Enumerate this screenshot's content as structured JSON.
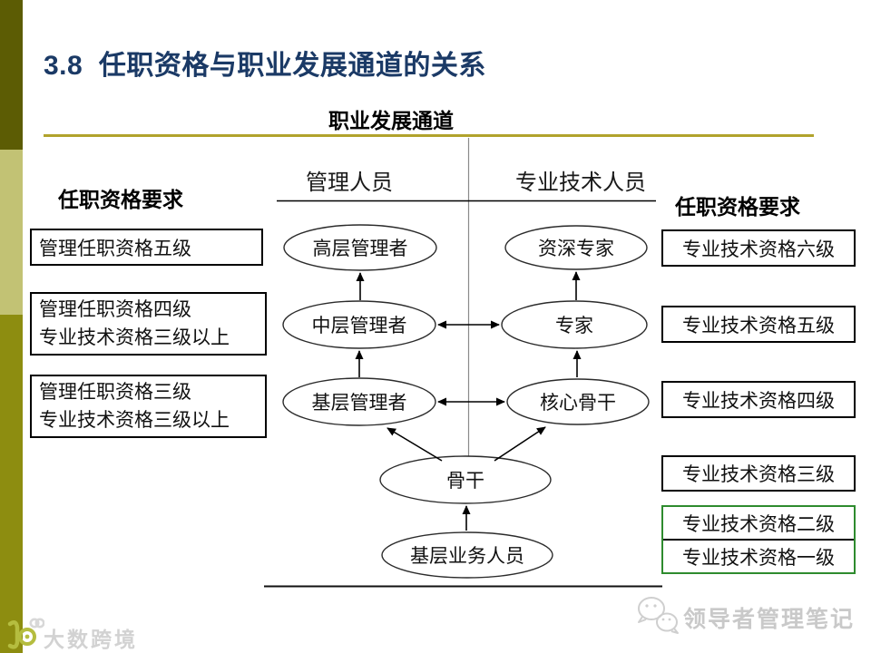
{
  "slide": {
    "title": "3.8  任职资格与职业发展通道的关系",
    "diagram_title": "职业发展通道",
    "left_requirements_header": "任职资格要求",
    "right_requirements_header": "任职资格要求",
    "columns": {
      "management": "管理人员",
      "professional": "专业技术人员"
    },
    "left_boxes": [
      {
        "line1": "管理任职资格五级"
      },
      {
        "line1": "管理任职资格四级",
        "line2": "专业技术资格三级以上"
      },
      {
        "line1": "管理任职资格三级",
        "line2": "专业技术资格三级以上"
      }
    ],
    "right_boxes": [
      "专业技术资格六级",
      "专业技术资格五级",
      "专业技术资格四级",
      "专业技术资格三级"
    ],
    "green_box": {
      "line1": "专业技术资格二级",
      "line2": "专业技术资格一级"
    },
    "nodes": {
      "mgmt_top": "高层管理者",
      "mgmt_mid": "中层管理者",
      "mgmt_base": "基层管理者",
      "prof_top": "资深专家",
      "prof_mid": "专家",
      "prof_base": "核心骨干",
      "backbone": "骨干",
      "entry": "基层业务人员"
    },
    "watermarks": {
      "left_text": "大数跨境",
      "left_icon": "digits-100-logo-icon",
      "right_text": "领导者管理笔记",
      "right_icon": "wechat-chat-bubbles-icon"
    },
    "colors": {
      "title": "#1b3a66",
      "accent_line": "#b1a32c",
      "bar_top": "#5c5c04",
      "bar_mid": "#c2c274",
      "bar_bottom": "#8d8d10",
      "green_border": "#2e8b2e"
    }
  }
}
